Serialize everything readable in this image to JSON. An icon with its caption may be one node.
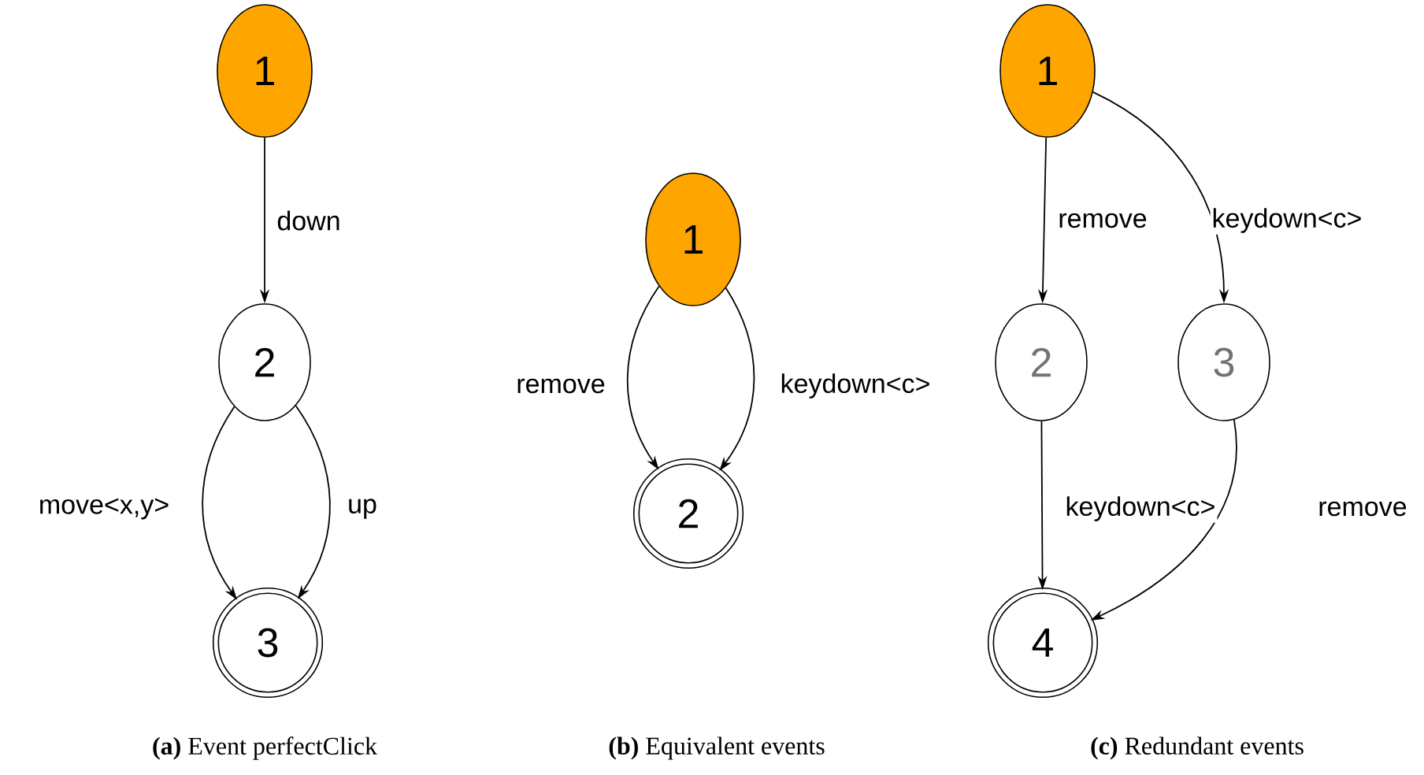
{
  "diagram": {
    "nodes": [
      {
        "text": [
          "1"
        ]
      },
      {
        "text": [
          "2"
        ]
      },
      {
        "text": [
          "3"
        ]
      },
      {
        "text": [
          "1"
        ]
      },
      {
        "text": [
          "2"
        ]
      },
      {
        "text": [
          "1"
        ]
      },
      {
        "text": [
          "2"
        ]
      },
      {
        "text": [
          "3"
        ]
      },
      {
        "text": [
          "4"
        ]
      }
    ],
    "edges": [
      {
        "from": 0,
        "to": 1,
        "arrow": "to",
        "label": "down"
      },
      {
        "from": 1,
        "to": 2,
        "arrow": "to",
        "label": "move<x,y>"
      },
      {
        "from": 1,
        "to": 2,
        "arrow": "to",
        "label": "up"
      },
      {
        "from": 3,
        "to": 4,
        "arrow": "to",
        "label": "remove"
      },
      {
        "from": 3,
        "to": 4,
        "arrow": "to",
        "label": "keydown<c>"
      },
      {
        "from": 5,
        "to": 6,
        "arrow": "to",
        "label": "remove"
      },
      {
        "from": 5,
        "to": 7,
        "arrow": "to",
        "label": "keydown<c>"
      },
      {
        "from": 6,
        "to": 8,
        "arrow": "to",
        "label": "keydown<c>"
      },
      {
        "from": 7,
        "to": 8,
        "arrow": "to",
        "label": "remove"
      }
    ],
    "labels": [
      "**(a)** Event perfectClick",
      "**(b)** Equivalent events",
      "**(c)** Redundant events"
    ]
  }
}
